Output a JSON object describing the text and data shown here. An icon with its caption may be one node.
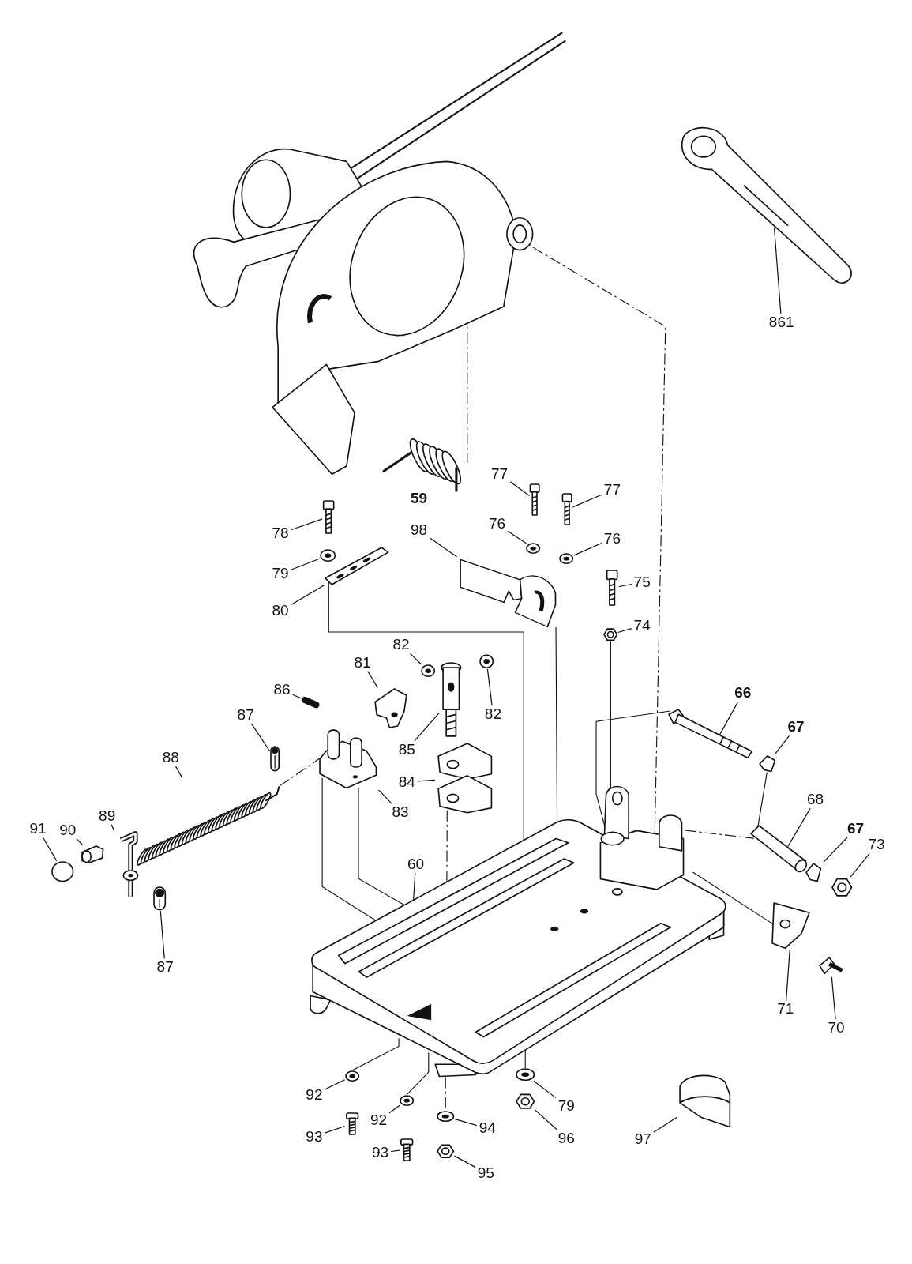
{
  "diagram": {
    "nodes": [
      {
        "text": [
          "861"
        ]
      },
      {
        "text": [],
        "shape": "picture"
      },
      {
        "text": [
          "77"
        ]
      },
      {
        "text": [],
        "shape": "picture"
      },
      {
        "text": [
          "77"
        ]
      },
      {
        "text": [],
        "shape": "picture"
      },
      {
        "text": [
          "78"
        ]
      },
      {
        "text": [],
        "shape": "picture"
      },
      {
        "text": [
          "76"
        ]
      },
      {
        "text": [],
        "shape": "picture"
      },
      {
        "text": [
          "76"
        ]
      },
      {
        "text": [],
        "shape": "picture"
      },
      {
        "text": [
          "79"
        ]
      },
      {
        "text": [],
        "shape": "picture"
      },
      {
        "text": [
          "80"
        ]
      },
      {
        "text": [],
        "shape": "picture"
      },
      {
        "text": [
          "98"
        ]
      },
      {
        "text": [],
        "shape": "picture"
      },
      {
        "text": [
          "75"
        ]
      },
      {
        "text": [],
        "shape": "picture"
      },
      {
        "text": [
          "74"
        ]
      },
      {
        "text": [],
        "shape": "picture"
      },
      {
        "text": [
          "82"
        ]
      },
      {
        "text": [],
        "shape": "picture"
      },
      {
        "text": [
          "81"
        ]
      },
      {
        "text": [],
        "shape": "picture"
      },
      {
        "text": [
          "82"
        ]
      },
      {
        "text": [],
        "shape": "picture"
      },
      {
        "text": [
          "86"
        ]
      },
      {
        "text": [],
        "shape": "picture"
      },
      {
        "text": [
          "87"
        ]
      },
      {
        "text": [],
        "shape": "picture"
      },
      {
        "text": [
          "85"
        ]
      },
      {
        "text": [],
        "shape": "picture"
      },
      {
        "text": [
          "88"
        ]
      },
      {
        "text": [],
        "shape": "picture"
      },
      {
        "text": [
          "84"
        ]
      },
      {
        "text": [],
        "shape": "picture"
      },
      {
        "text": [
          "83"
        ]
      },
      {
        "text": [],
        "shape": "picture"
      },
      {
        "text": [
          "66"
        ]
      },
      {
        "text": [],
        "shape": "picture"
      },
      {
        "text": [
          "67"
        ]
      },
      {
        "text": [],
        "shape": "picture"
      },
      {
        "text": [
          "60"
        ]
      },
      {
        "text": [],
        "shape": "picture"
      },
      {
        "text": [
          "68"
        ]
      },
      {
        "text": [],
        "shape": "picture"
      },
      {
        "text": [
          "67"
        ]
      },
      {
        "text": [],
        "shape": "picture"
      },
      {
        "text": [
          "73"
        ]
      },
      {
        "text": [],
        "shape": "picture"
      },
      {
        "text": [
          "89"
        ]
      },
      {
        "text": [],
        "shape": "picture"
      },
      {
        "text": [
          "90"
        ]
      },
      {
        "text": [],
        "shape": "picture"
      },
      {
        "text": [
          "91"
        ]
      },
      {
        "text": [],
        "shape": "circle"
      },
      {
        "text": [
          "87"
        ]
      },
      {
        "text": [],
        "shape": "picture"
      },
      {
        "text": [
          "71"
        ]
      },
      {
        "text": [],
        "shape": "picture"
      },
      {
        "text": [
          "70"
        ]
      },
      {
        "text": [],
        "shape": "picture"
      },
      {
        "text": [
          "92"
        ]
      },
      {
        "text": [],
        "shape": "picture"
      },
      {
        "text": [
          "93"
        ]
      },
      {
        "text": [],
        "shape": "picture"
      },
      {
        "text": [
          "92"
        ]
      },
      {
        "text": [],
        "shape": "picture"
      },
      {
        "text": [
          "93"
        ]
      },
      {
        "text": [],
        "shape": "picture"
      },
      {
        "text": [
          "94"
        ]
      },
      {
        "text": [],
        "shape": "picture"
      },
      {
        "text": [
          "95"
        ]
      },
      {
        "text": [],
        "shape": "picture"
      },
      {
        "text": [
          "79"
        ]
      },
      {
        "text": [],
        "shape": "picture"
      },
      {
        "text": [
          "96"
        ]
      },
      {
        "text": [],
        "shape": "picture"
      },
      {
        "text": [
          "97"
        ]
      },
      {
        "text": [],
        "shape": "picture"
      },
      {
        "text": [],
        "shape": "picture"
      },
      {
        "text": [],
        "shape": "picture"
      }
    ],
    "edges": [
      {
        "from": 0,
        "to": 1,
        "arrow": "none"
      },
      {
        "from": 2,
        "to": 3,
        "arrow": "none"
      },
      {
        "from": 4,
        "to": 5,
        "arrow": "none"
      },
      {
        "from": 6,
        "to": 7,
        "arrow": "none"
      },
      {
        "from": 8,
        "to": 9,
        "arrow": "none"
      },
      {
        "from": 10,
        "to": 11,
        "arrow": "none"
      },
      {
        "from": 12,
        "to": 13,
        "arrow": "none"
      },
      {
        "from": 14,
        "to": 15,
        "arrow": "none"
      },
      {
        "from": 16,
        "to": 17,
        "arrow": "none"
      },
      {
        "from": 18,
        "to": 19,
        "arrow": "none"
      },
      {
        "from": 20,
        "to": 21,
        "arrow": "none"
      },
      {
        "from": 22,
        "to": 23,
        "arrow": "none"
      },
      {
        "from": 24,
        "to": 25,
        "arrow": "none"
      },
      {
        "from": 26,
        "to": 27,
        "arrow": "none"
      },
      {
        "from": 28,
        "to": 29,
        "arrow": "none"
      },
      {
        "from": 30,
        "to": 31,
        "arrow": "none"
      },
      {
        "from": 32,
        "to": 33,
        "arrow": "none"
      },
      {
        "from": 34,
        "to": 35,
        "arrow": "none"
      },
      {
        "from": 36,
        "to": 37,
        "arrow": "none"
      },
      {
        "from": 38,
        "to": 39,
        "arrow": "none"
      },
      {
        "from": 40,
        "to": 41,
        "arrow": "none"
      },
      {
        "from": 42,
        "to": 43,
        "arrow": "none"
      },
      {
        "from": 44,
        "to": 45,
        "arrow": "none"
      },
      {
        "from": 46,
        "to": 47,
        "arrow": "none"
      },
      {
        "from": 48,
        "to": 49,
        "arrow": "none"
      },
      {
        "from": 50,
        "to": 51,
        "arrow": "none"
      },
      {
        "from": 52,
        "to": 53,
        "arrow": "none"
      },
      {
        "from": 54,
        "to": 55,
        "arrow": "none"
      },
      {
        "from": 56,
        "to": 57,
        "arrow": "none"
      },
      {
        "from": 58,
        "to": 59,
        "arrow": "none"
      },
      {
        "from": 60,
        "to": 61,
        "arrow": "none"
      },
      {
        "from": 62,
        "to": 63,
        "arrow": "none"
      },
      {
        "from": 64,
        "to": 65,
        "arrow": "none"
      },
      {
        "from": 66,
        "to": 67,
        "arrow": "none"
      },
      {
        "from": 68,
        "to": 69,
        "arrow": "none"
      },
      {
        "from": 70,
        "to": 71,
        "arrow": "none"
      },
      {
        "from": 72,
        "to": 73,
        "arrow": "none"
      },
      {
        "from": 74,
        "to": 75,
        "arrow": "none"
      },
      {
        "from": 76,
        "to": 77,
        "arrow": "none"
      },
      {
        "from": 78,
        "to": 79,
        "arrow": "none"
      },
      {
        "from": 80,
        "to": 81,
        "arrow": "none"
      },
      {
        "from": 82,
        "to": 83,
        "arrow": "none",
        "style": "dashed"
      },
      {
        "from": 82,
        "to": 45,
        "arrow": "none",
        "style": "dashed"
      },
      {
        "from": 15,
        "to": 45,
        "arrow": "none"
      },
      {
        "from": 17,
        "to": 45,
        "arrow": "none"
      },
      {
        "from": 21,
        "to": 45,
        "arrow": "none"
      },
      {
        "from": 39,
        "to": 45,
        "arrow": "none"
      },
      {
        "from": 39,
        "to": 45,
        "arrow": "none"
      },
      {
        "from": 37,
        "to": 45,
        "arrow": "none",
        "style": "dashed"
      },
      {
        "from": 35,
        "to": 39,
        "arrow": "none",
        "style": "dashed"
      },
      {
        "from": 43,
        "to": 47,
        "arrow": "none"
      },
      {
        "from": 45,
        "to": 47,
        "arrow": "none",
        "style": "dashed"
      },
      {
        "from": 45,
        "to": 61,
        "arrow": "none"
      },
      {
        "from": 41,
        "to": 45,
        "arrow": "none"
      },
      {
        "from": 45,
        "to": 77,
        "arrow": "none"
      },
      {
        "from": 45,
        "to": 65,
        "arrow": "none"
      },
      {
        "from": 45,
        "to": 69,
        "arrow": "none"
      },
      {
        "from": 45,
        "to": 73,
        "arrow": "none",
        "style": "dashed"
      }
    ],
    "labels": [
      "59"
    ]
  }
}
